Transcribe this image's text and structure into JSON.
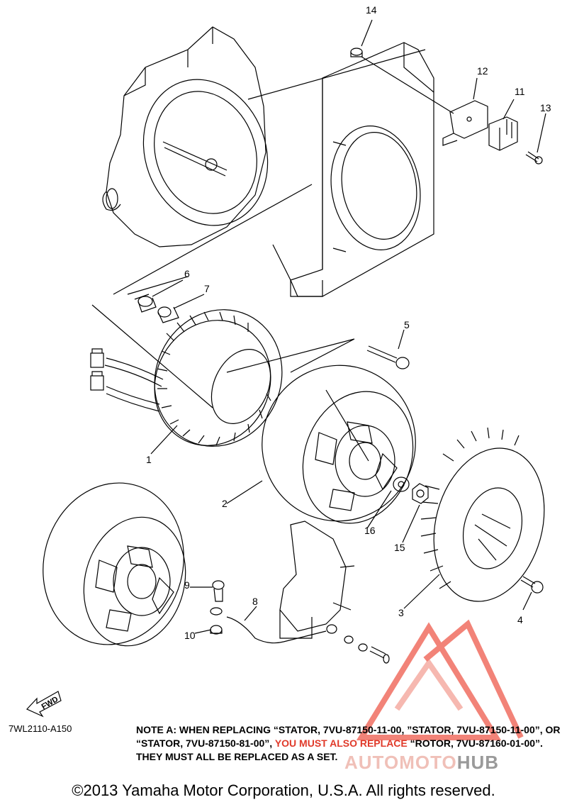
{
  "callouts": [
    "1",
    "2",
    "3",
    "4",
    "5",
    "6",
    "7",
    "8",
    "9",
    "10",
    "11",
    "12",
    "13",
    "14",
    "15",
    "16"
  ],
  "fwd_label": "FWD",
  "diagram_code": "7WL2110-A150",
  "note": {
    "text_black": "NOTE A: WHEN REPLACING “STATOR, 7VU-87150-11-00, ”STATOR, 7VU-87150-11-00”, OR “STATOR, 7VU-87150-81-00”,",
    "text_red": " YOU MUST ALSO REPLACE",
    "text_black2": " “ROTOR, 7VU-87160-01-00”. THEY MUST ALL BE REPLACED AS A SET."
  },
  "copyright": "©2013 Yamaha Motor Corporation, U.S.A. All rights reserved.",
  "watermark": {
    "part1": "AUTOMOTO",
    "part2": "HUB"
  },
  "colors": {
    "line": "#000000",
    "watermark_red": "#e8473a",
    "watermark_grey": "#9a9a9a"
  }
}
